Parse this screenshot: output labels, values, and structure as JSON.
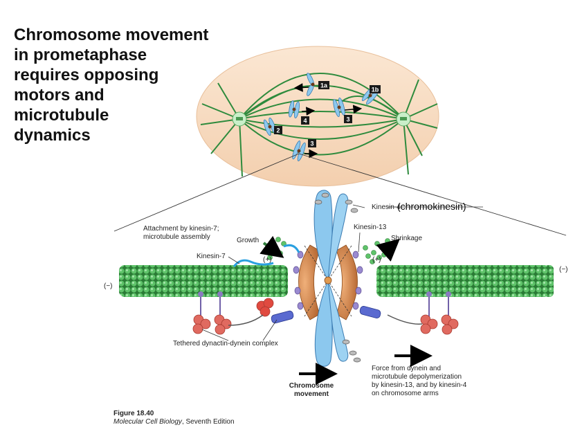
{
  "title_lines": [
    "Chromosome movement",
    "in prometaphase",
    "requires opposing",
    "motors and",
    "microtubule",
    "dynamics"
  ],
  "top_diagram": {
    "badges": [
      "1a",
      "1b",
      "2",
      "4",
      "3",
      "3"
    ]
  },
  "detail": {
    "labels": {
      "attach_line1": "Attachment by kinesin-7;",
      "attach_line2": "microtubule assembly",
      "growth": "Growth",
      "kinesin7": "Kinesin-7",
      "plus_left": "(+)",
      "minus_left": "(−)",
      "tethered": "Tethered dynactin-dynein complex",
      "kinesin4": "Kinesin-4",
      "chromokinesin": "(chromokinesin)",
      "kinesin13": "Kinesin-13",
      "shrinkage": "Shrinkage",
      "plus_right": "(+)",
      "minus_right": "(−)",
      "chrom_move_1": "Chromosome",
      "chrom_move_2": "movement",
      "force_1": "Force from dynein and",
      "force_2": "microtubule depolymerization",
      "force_3": "by kinesin-13, and by kinesin-4",
      "force_4": "on chromosome arms"
    }
  },
  "figure": {
    "number": "Figure 18.40",
    "source": "Molecular Cell Biology",
    "edition": ", Seventh Edition"
  },
  "colors": {
    "cell": "#f8dcc3",
    "microtubule": "#2e8b3d",
    "chromosome": "#8cc8ee",
    "kinetochore": "#d98a4a",
    "badge": "#1a1a1a"
  }
}
